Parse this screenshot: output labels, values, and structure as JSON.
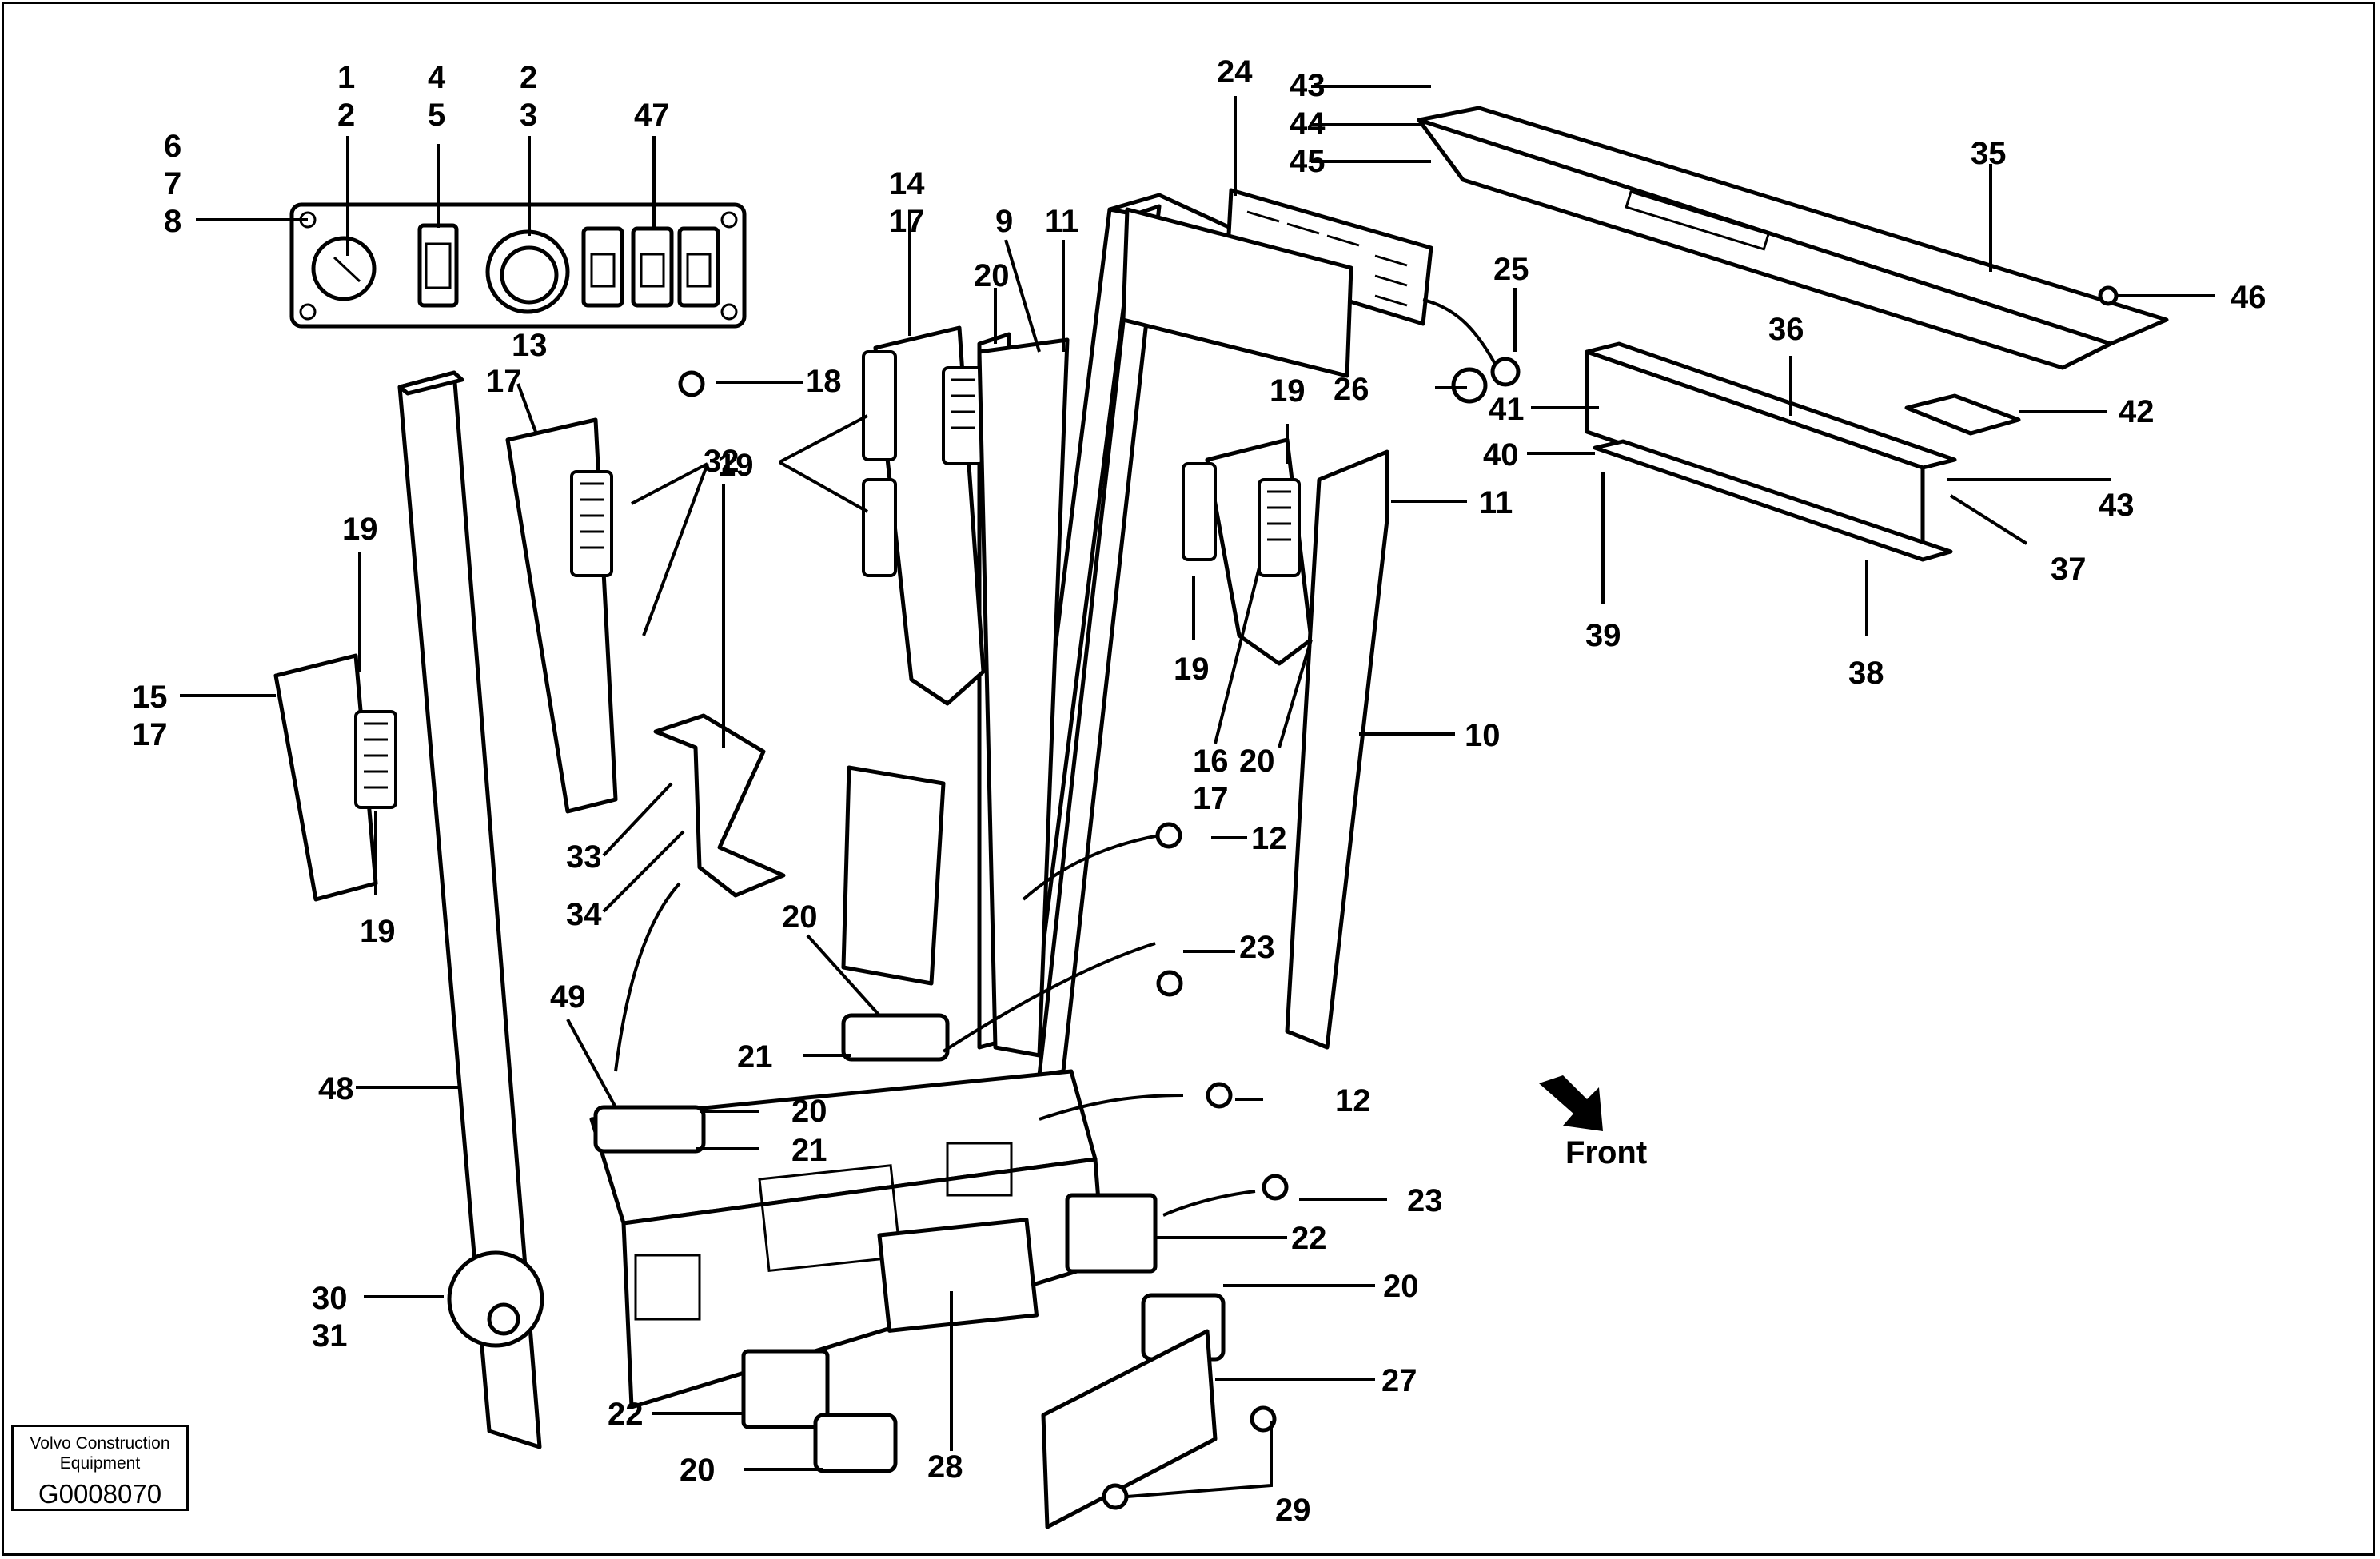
{
  "labels": {
    "l1": "1",
    "l2": "2",
    "l4": "4",
    "l5": "5",
    "l2b": "2",
    "l3": "3",
    "l47": "47",
    "l6": "6",
    "l7": "7",
    "l8": "8",
    "l13": "13",
    "l24": "24",
    "l43a": "43",
    "l44": "44",
    "l45": "45",
    "l35": "35",
    "l46": "46",
    "l25": "25",
    "l26": "26",
    "l36": "36",
    "l41": "41",
    "l42": "42",
    "l40": "40",
    "l43b": "43",
    "l37": "37",
    "l39": "39",
    "l38": "38",
    "l14": "14",
    "l17a": "17",
    "l9": "9",
    "l11a": "11",
    "l20a": "20",
    "l18": "18",
    "l17b": "17",
    "l19a": "19",
    "l19b": "19",
    "l11b": "11",
    "l19c": "19",
    "l15": "15",
    "l17c": "17",
    "l19d": "19",
    "l19e": "19",
    "l16": "16",
    "l17d": "17",
    "l20b": "20",
    "l10": "10",
    "l32": "32",
    "l33": "33",
    "l34": "34",
    "l12a": "12",
    "l23a": "23",
    "l20c": "20",
    "l49": "49",
    "l21a": "21",
    "l48": "48",
    "l20d": "20",
    "l21b": "21",
    "l12b": "12",
    "front": "Front",
    "l23b": "23",
    "l22a": "22",
    "l20e": "20",
    "l30": "30",
    "l31": "31",
    "l27": "27",
    "l22b": "22",
    "l28": "28",
    "l20f": "20",
    "l29": "29"
  },
  "caption": {
    "line1": "Volvo Construction",
    "line2": "Equipment",
    "code": "G0008070"
  }
}
